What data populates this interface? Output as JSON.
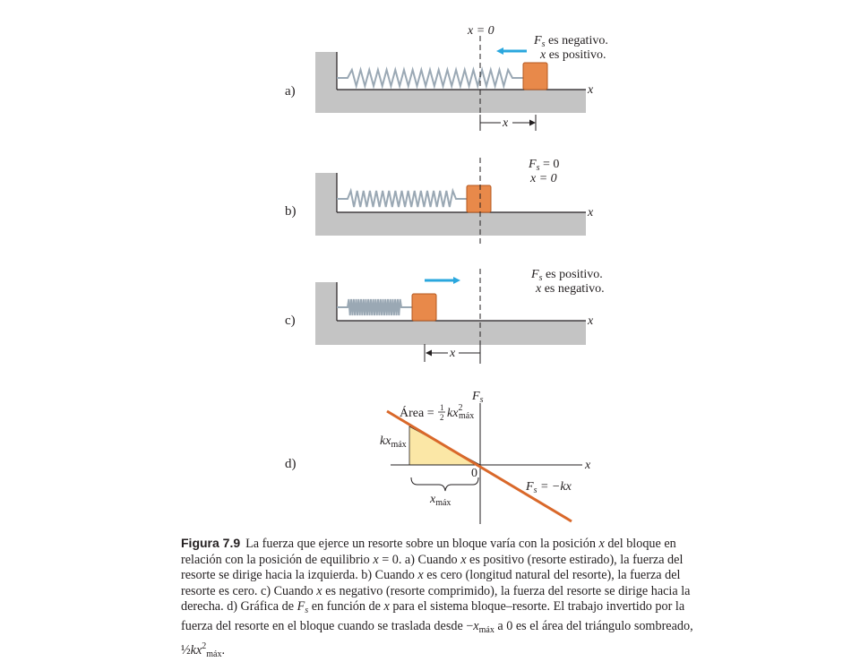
{
  "colors": {
    "block": "#e8894a",
    "block_edge": "#b5581f",
    "spring": "#9aa8b4",
    "wall": "#c4c4c4",
    "arrow": "#2aa7de",
    "force_line": "#d9682a",
    "triangle_fill": "#fbe7a6"
  },
  "panels": {
    "a": {
      "label": "a)",
      "equilibrium_label": "x = 0",
      "force_text": "F",
      "force_sub": "s",
      "force_line1_rest": " es negativo.",
      "line2_var": "x",
      "line2_rest": " es positivo.",
      "axis_label": "x",
      "dimension_label": "x"
    },
    "b": {
      "label": "b)",
      "force_text": "F",
      "force_sub": "s",
      "force_rest": " = 0",
      "line2": "x = 0",
      "axis_label": "x"
    },
    "c": {
      "label": "c)",
      "force_text": "F",
      "force_sub": "s",
      "force_line1_rest": " es positivo.",
      "line2_var": "x",
      "line2_rest": " es negativo.",
      "axis_label": "x",
      "dimension_label": "x"
    },
    "d": {
      "label": "d)",
      "y_axis_label": "F",
      "y_axis_sub": "s",
      "x_axis_label": "x",
      "origin_label": "0",
      "area_prefix": "Área = ",
      "area_half_num": "1",
      "area_half_den": "2",
      "area_expr": "kx",
      "area_sup": "2",
      "area_sub": "máx",
      "kx_label": "kx",
      "kx_sub": "máx",
      "x_label": "x",
      "x_sub": "máx",
      "line_label_f": "F",
      "line_label_sub": "s",
      "line_label_rest": " = −kx"
    }
  },
  "caption": {
    "label": "Figura 7.9",
    "seg1": "La fuerza que ejerce un resorte sobre un bloque varía con la posición ",
    "x1": "x",
    "seg2": " del bloque en relación con la posición de equilibrio ",
    "x2": "x",
    "seg3": " = 0. a) Cuando ",
    "x3": "x",
    "seg4": " es positivo (resorte estirado), la fuerza del resorte se dirige hacia la izquierda. b) Cuando ",
    "x4": "x",
    "seg5": " es cero (longitud natural del resorte), la fuerza del resorte es cero. c) Cuando ",
    "x5": "x",
    "seg6": " es negativo (resorte comprimido), la fuerza del resorte se dirige hacia la derecha. d) Gráfica de ",
    "f": "F",
    "fsub": "s",
    "seg7": " en función de ",
    "x6": "x",
    "seg8": " para el sistema bloque–resorte. El trabajo invertido por la fuerza del resorte en el bloque cuando se traslada desde −",
    "x7": "x",
    "x7sub": "máx",
    "seg9": " a 0 es el área del triángulo sombreado, ",
    "half": "½",
    "kx": "kx",
    "sup2": "2",
    "msub": "máx",
    "end": "."
  }
}
